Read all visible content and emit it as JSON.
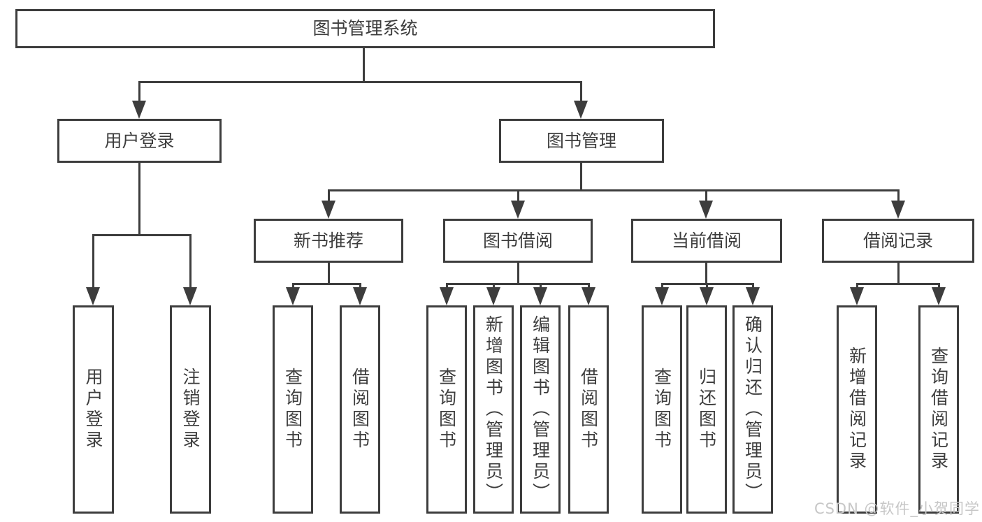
{
  "colors": {
    "line": "#3d3d3d",
    "text": "#3d3d3d",
    "box_background": "#ffffff",
    "page_background": "#ffffff",
    "watermark": "#c7c7c7"
  },
  "watermark": {
    "text": "CSDN @软件_小贺同学"
  },
  "tree": {
    "label": "图书管理系统",
    "children": [
      {
        "label": "用户登录",
        "children": [
          {
            "label": "用户登录"
          },
          {
            "label": "注销登录"
          }
        ]
      },
      {
        "label": "图书管理",
        "children": [
          {
            "label": "新书推荐",
            "children": [
              {
                "label": "查询图书"
              },
              {
                "label": "借阅图书"
              }
            ]
          },
          {
            "label": "图书借阅",
            "children": [
              {
                "label": "查询图书"
              },
              {
                "label": "新增图书（管理员）"
              },
              {
                "label": "编辑图书（管理员）"
              },
              {
                "label": "借阅图书"
              }
            ]
          },
          {
            "label": "当前借阅",
            "children": [
              {
                "label": "查询图书"
              },
              {
                "label": "归还图书"
              },
              {
                "label": "确认归还（管理员）"
              }
            ]
          },
          {
            "label": "借阅记录",
            "children": [
              {
                "label": "新增借阅记录"
              },
              {
                "label": "查询借阅记录"
              }
            ]
          }
        ]
      }
    ]
  }
}
